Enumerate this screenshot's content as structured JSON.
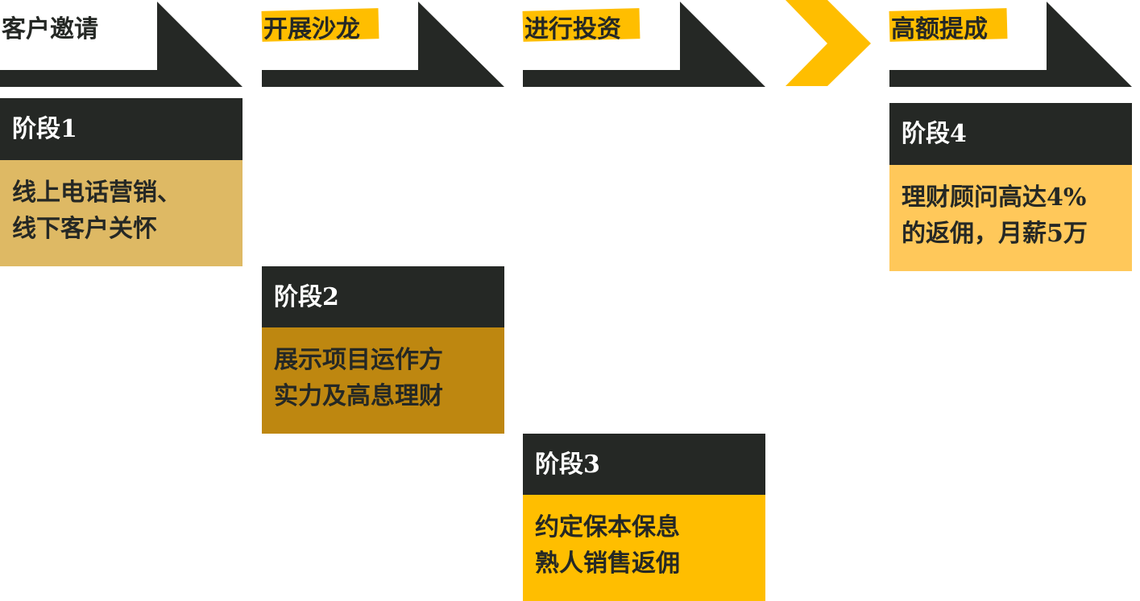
{
  "colors": {
    "dark": "#252825",
    "chevron": "#ffbe00"
  },
  "columns": [
    {
      "title": "客户邀请",
      "stage": "阶段1",
      "desc": [
        "线上电话营销、",
        "线下客户关怀"
      ],
      "color": "#deb964"
    },
    {
      "title": "开展沙龙",
      "stage": "阶段2",
      "desc": [
        "展示项目运作方",
        "实力及高息理财"
      ],
      "color": "#be8710"
    },
    {
      "title": "进行投资",
      "stage": "阶段3",
      "desc": [
        "约定保本保息",
        "熟人销售返佣"
      ],
      "color": "#ffbe00"
    },
    {
      "title": "高额提成",
      "stage": "阶段4",
      "desc": [
        "理财顾问高达4%",
        "的返佣，月薪5万"
      ],
      "color": "#ffc85a"
    }
  ]
}
